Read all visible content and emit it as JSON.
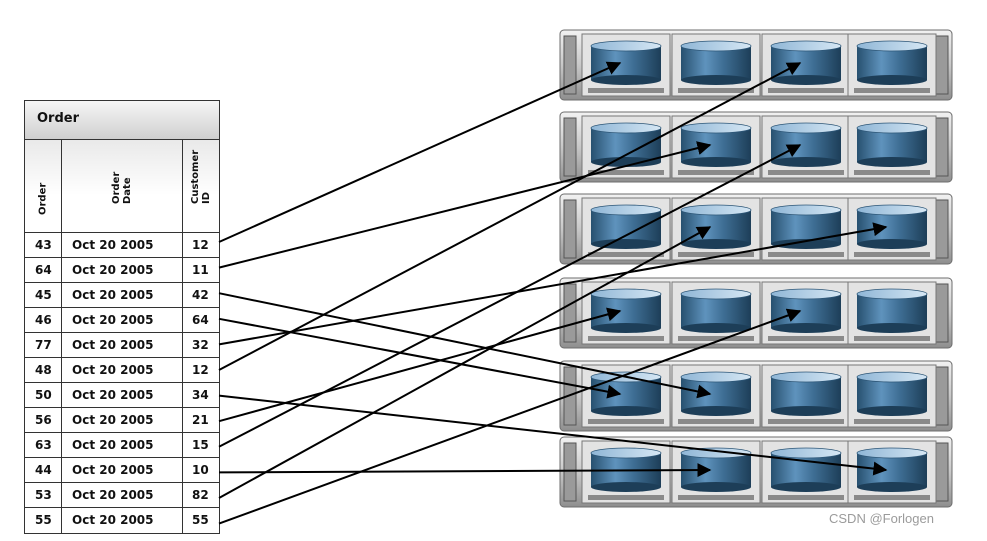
{
  "table": {
    "title": "Order",
    "headers": [
      "Order",
      "Order\nDate",
      "Customer\nID"
    ],
    "rows": [
      {
        "order": "43",
        "date": "Oct 20 2005",
        "customer": "12",
        "target": [
          0,
          0
        ]
      },
      {
        "order": "64",
        "date": "Oct 20 2005",
        "customer": "11",
        "target": [
          1,
          1
        ]
      },
      {
        "order": "45",
        "date": "Oct 20 2005",
        "customer": "42",
        "target": [
          4,
          1
        ]
      },
      {
        "order": "46",
        "date": "Oct 20 2005",
        "customer": "64",
        "target": [
          4,
          0
        ]
      },
      {
        "order": "77",
        "date": "Oct 20 2005",
        "customer": "32",
        "target": [
          2,
          3
        ]
      },
      {
        "order": "48",
        "date": "Oct 20 2005",
        "customer": "12",
        "target": [
          0,
          2
        ]
      },
      {
        "order": "50",
        "date": "Oct 20 2005",
        "customer": "34",
        "target": [
          5,
          3
        ]
      },
      {
        "order": "56",
        "date": "Oct 20 2005",
        "customer": "21",
        "target": [
          3,
          0
        ]
      },
      {
        "order": "63",
        "date": "Oct 20 2005",
        "customer": "15",
        "target": [
          1,
          2
        ]
      },
      {
        "order": "44",
        "date": "Oct 20 2005",
        "customer": "10",
        "target": [
          5,
          1
        ]
      },
      {
        "order": "53",
        "date": "Oct 20 2005",
        "customer": "82",
        "target": [
          2,
          1
        ]
      },
      {
        "order": "55",
        "date": "Oct 20 2005",
        "customer": "55",
        "target": [
          3,
          2
        ]
      }
    ]
  },
  "servers": {
    "racks": 6,
    "drives_per_rack": 4
  },
  "watermark": "CSDN @Forlogen",
  "colors": {
    "drive": "#3f6f95",
    "drive_light": "#b4d0e6",
    "rack": "#c8c8c8",
    "arrow": "#000000"
  }
}
